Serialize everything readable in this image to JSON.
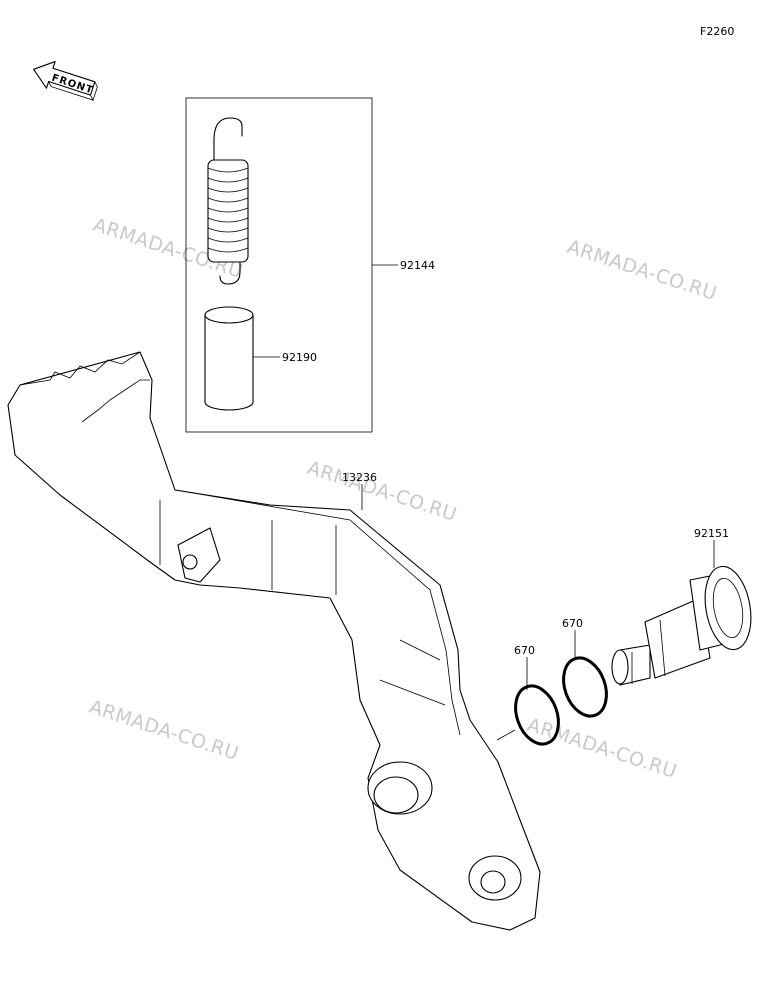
{
  "diagram": {
    "code": "F2260",
    "front_label": "FRONT",
    "watermark": "ARMADA-CO.RU",
    "parts": {
      "spring_kit": "92144",
      "collar": "92190",
      "pedal": "13236",
      "shaft": "92151",
      "oring_a": "670",
      "oring_b": "670"
    }
  }
}
